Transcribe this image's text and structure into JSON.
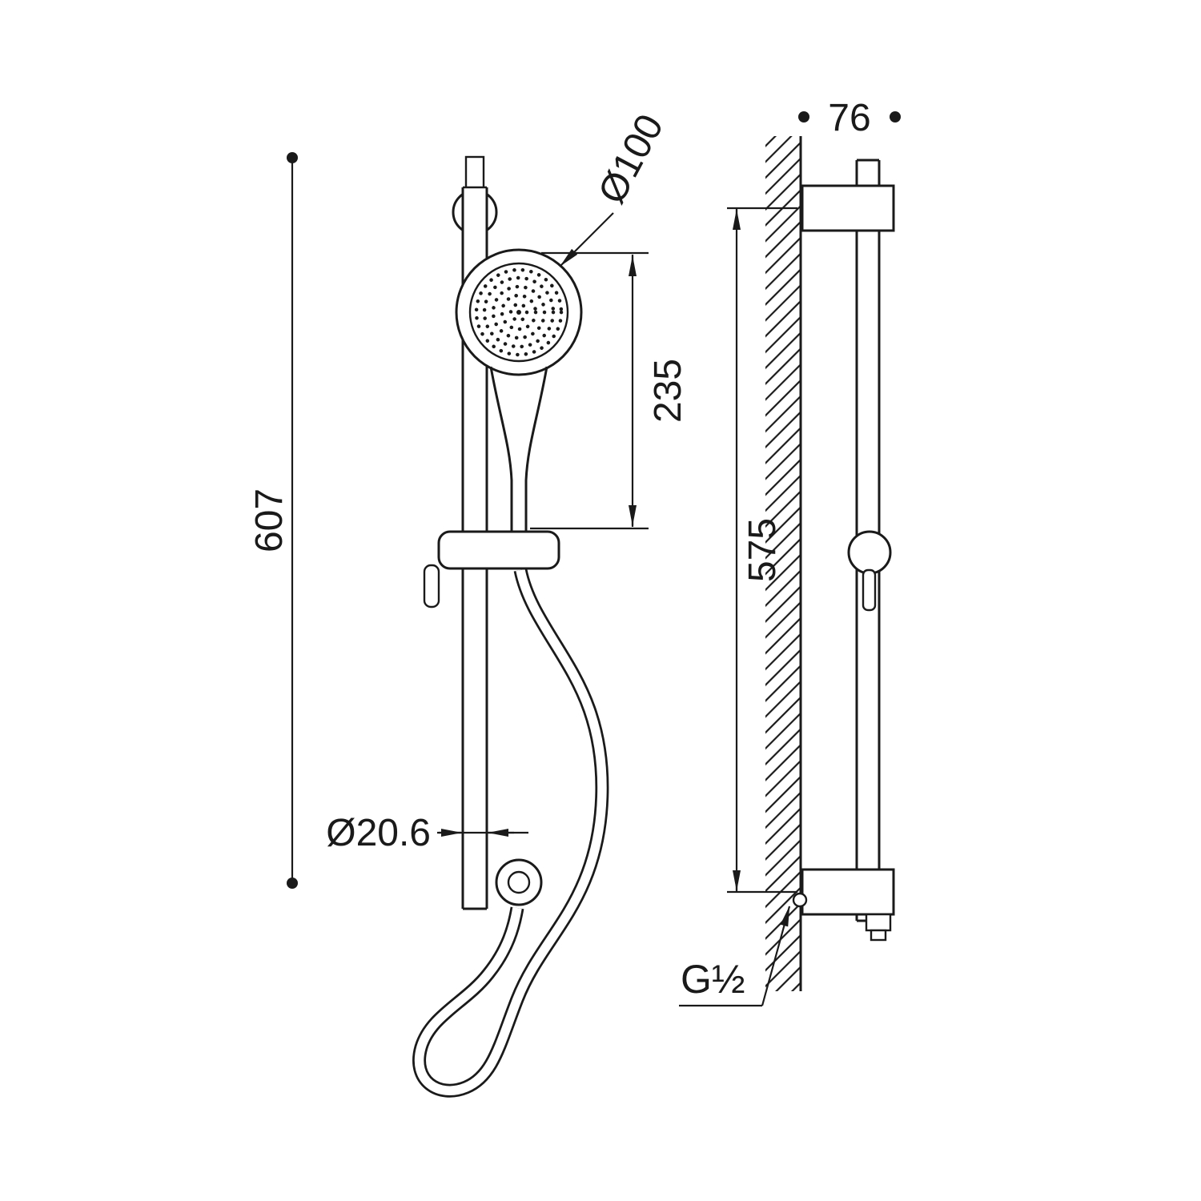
{
  "meta": {
    "background": "#ffffff",
    "ink": "#1a1a1a",
    "description": "Technical dimension drawing of a shower slide-rail set with hand shower, front and side elevations"
  },
  "front_view": {
    "name": "front elevation",
    "dims": {
      "overall_height": "607",
      "handset_diameter": "Ø100",
      "handset_length": "235",
      "bar_diameter": "Ø20.6"
    }
  },
  "side_view": {
    "name": "side elevation",
    "dims": {
      "wall_projection": "76",
      "fixing_centres": "575",
      "inlet_thread": "G½"
    }
  }
}
